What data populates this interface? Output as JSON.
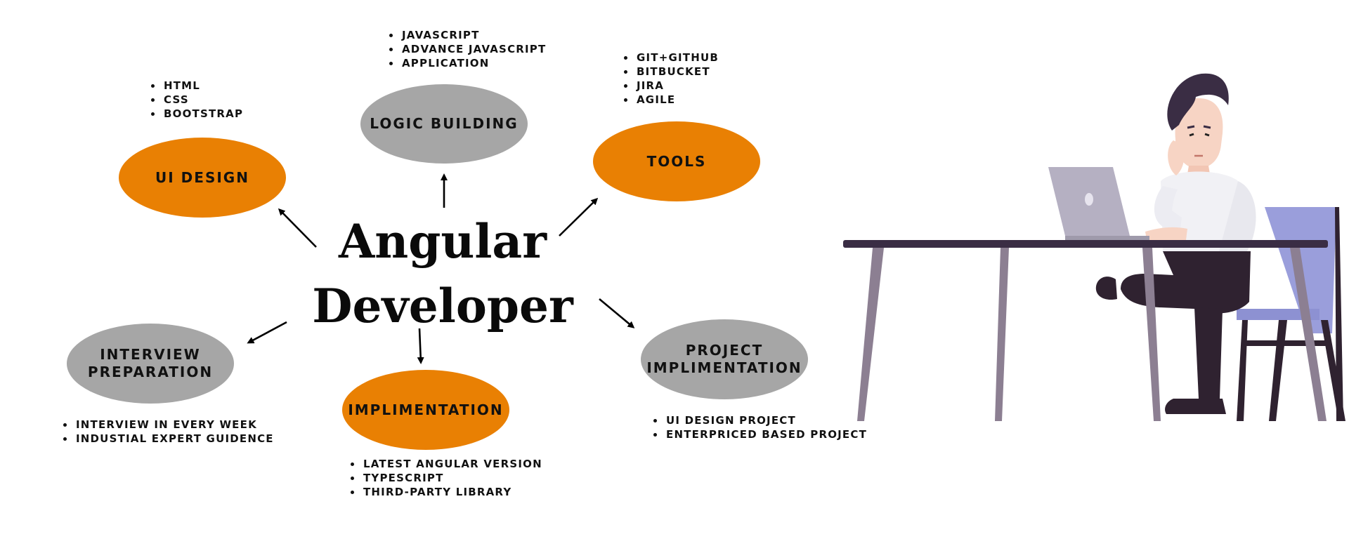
{
  "title": {
    "line1": "Angular",
    "line2": "Developer"
  },
  "nodes": {
    "logic_building": {
      "label": "LOGIC BUILDING",
      "items": [
        "JAVASCRIPT",
        "ADVANCE JAVASCRIPT",
        "APPLICATION"
      ]
    },
    "ui_design": {
      "label": "UI DESIGN",
      "items": [
        "HTML",
        "CSS",
        "BOOTSTRAP"
      ]
    },
    "tools": {
      "label": "TOOLS",
      "items": [
        "GIT+GITHUB",
        "BITBUCKET",
        "JIRA",
        "AGILE"
      ]
    },
    "interview_preparation": {
      "label": "INTERVIEW\nPREPARATION",
      "items": [
        "INTERVIEW IN EVERY WEEK",
        "INDUSTIAL EXPERT GUIDENCE"
      ]
    },
    "implimentation": {
      "label": "IMPLIMENTATION",
      "items": [
        "LATEST ANGULAR VERSION",
        "TYPESCRIPT",
        "THIRD-PARTY LIBRARY"
      ]
    },
    "project_implimentation": {
      "label": "PROJECT\nIMPLIMENTATION",
      "items": [
        "UI DESIGN PROJECT",
        "ENTERPRICED BASED PROJECT"
      ]
    }
  },
  "colors": {
    "orange_node": "#e98003",
    "gray_node": "#a6a6a6",
    "text": "#111111"
  },
  "illustration": {
    "subject": "developer-at-desk-with-laptop"
  }
}
